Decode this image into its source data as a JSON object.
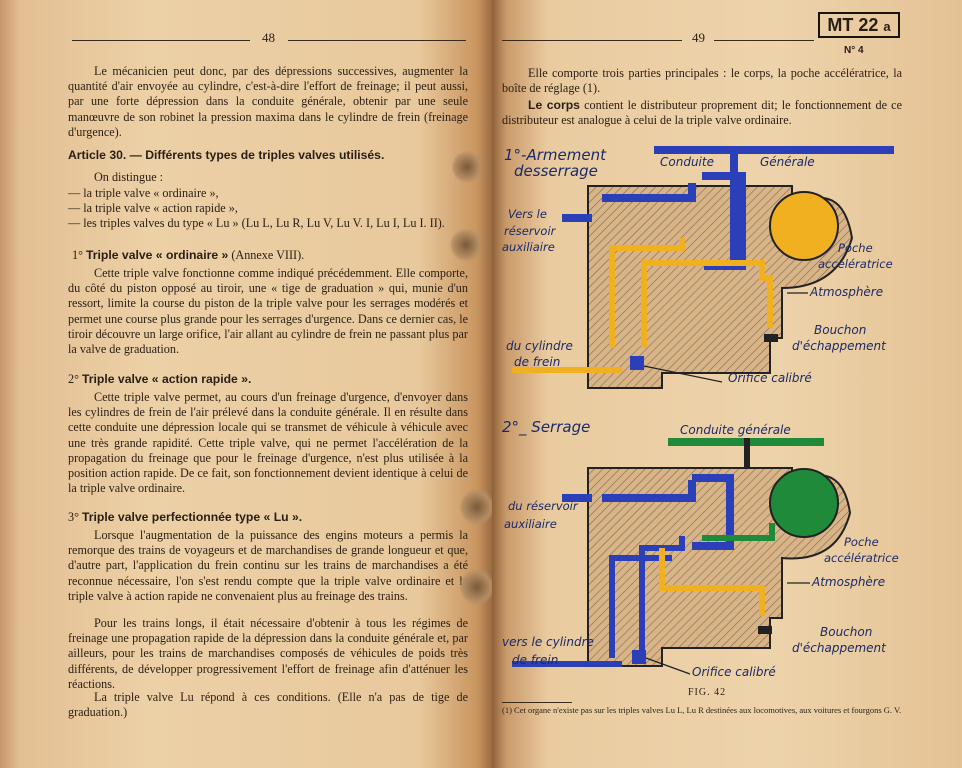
{
  "left_page": {
    "page_number": "48",
    "intro": "Le mécanicien peut donc, par des dépressions successives, augmenter la quantité d'air envoyée au cylindre, c'est-à-dire l'effort de freinage; il peut aussi, par une forte dépression dans la conduite générale, obtenir par une seule manœuvre de son robinet la pression maxima dans le cylindre de frein (freinage d'urgence).",
    "article_title": "Article 30. — Différents types de triples valves utilisés.",
    "distinguish": "On distingue :",
    "list": [
      "— la triple valve « ordinaire »,",
      "— la triple valve « action rapide »,",
      "— les triples valves du type « Lu » (Lu L, Lu R, Lu V, Lu V. I, Lu I, Lu I. II)."
    ],
    "s1_num": "1°",
    "s1_title": "Triple valve « ordinaire »",
    "s1_annex": " (Annexe VIII).",
    "s1_text": "Cette triple valve fonctionne comme indiqué précédemment. Elle comporte, du côté du piston opposé au tiroir, une « tige de graduation » qui, munie d'un ressort, limite la course du piston de la triple valve pour les serrages modérés et permet une course plus grande pour les serrages d'urgence. Dans ce dernier cas, le tiroir découvre un large orifice, l'air allant au cylindre de frein ne passant plus par la valve de graduation.",
    "s2_num": "2°",
    "s2_title": "Triple valve « action rapide ».",
    "s2_text": "Cette triple valve permet, au cours d'un freinage d'urgence, d'envoyer dans les cylindres de frein de l'air prélevé dans la conduite générale. Il en résulte dans cette conduite une dépression locale qui se transmet de véhicule à véhicule avec une très grande rapidité. Cette triple valve, qui ne permet l'accélération de la propagation du freinage que pour le freinage d'urgence, n'est plus utilisée à la position action rapide. De ce fait, son fonctionnement devient identique à celui de la triple valve ordinaire.",
    "s3_num": "3°",
    "s3_title": "Triple valve perfectionnée type « Lu ».",
    "s3_text1": "Lorsque l'augmentation de la puissance des engins moteurs a permis la remorque des trains de voyageurs et de marchandises de grande longueur et que, d'autre part, l'application du frein continu sur les trains de marchandises a été reconnue nécessaire, l'on s'est rendu compte que la triple valve ordinaire et la triple valve à action rapide ne convenaient plus au freinage des trains.",
    "s3_text2": "Pour les trains longs, il était nécessaire d'obtenir à tous les régimes de freinage une propagation rapide de la dépression dans la conduite générale et, par ailleurs, pour les trains de marchandises composés de véhicules de poids très différents, de développer progressivement l'effort de freinage afin d'atténuer les réactions.",
    "s3_text3": "La triple valve Lu répond à ces conditions. (Elle n'a pas de tige de graduation.)"
  },
  "right_page": {
    "page_number": "49",
    "badge": "MT 22",
    "badge_suffix": "a",
    "badge_no": "N° 4",
    "p1": "Elle comporte trois parties principales : le corps, la poche accélératrice, la boîte de réglage (1).",
    "p2_bold": "Le corps",
    "p2_rest": " contient le distributeur proprement dit; le fonctionnement de ce distributeur est analogue à celui de la triple valve ordinaire.",
    "fig_caption": "FIG. 42",
    "footnote": "(1) Cet organe n'existe pas sur les triples valves Lu L, Lu R destinées aux locomotives, aux voitures et fourgons G. V."
  },
  "diagram_top": {
    "title": "1°-Armement desserrage",
    "title_line1": "1°-Armement",
    "title_line2": "desserrage",
    "label_conduite": "Conduite",
    "label_generale": "Générale",
    "label_reservoir": [
      "Vers le",
      "réservoir",
      "auxiliaire"
    ],
    "label_poche": [
      "Poche",
      "accélératrice"
    ],
    "label_atmosphere": "Atmosphère",
    "label_bouchon": [
      "Bouchon",
      "d'échappement"
    ],
    "label_cylindre": [
      "du cylindre",
      "de frein"
    ],
    "label_orifice": "Orifice calibré"
  },
  "diagram_bottom": {
    "title": "2°_ Serrage",
    "label_conduite": "Conduite générale",
    "label_reservoir": [
      "du réservoir",
      "auxiliaire"
    ],
    "label_poche": [
      "Poche",
      "accélératrice"
    ],
    "label_atmosphere": "Atmosphère",
    "label_bouchon": [
      "Bouchon",
      "d'échappement"
    ],
    "label_cylindre": [
      "vers le cylindre",
      "de frein"
    ],
    "label_orifice": "Orifice calibré"
  },
  "colors": {
    "blue": "#2a3fb8",
    "yellow": "#f0b020",
    "green": "#1f8a3a",
    "hatch": "#8b7a66"
  }
}
